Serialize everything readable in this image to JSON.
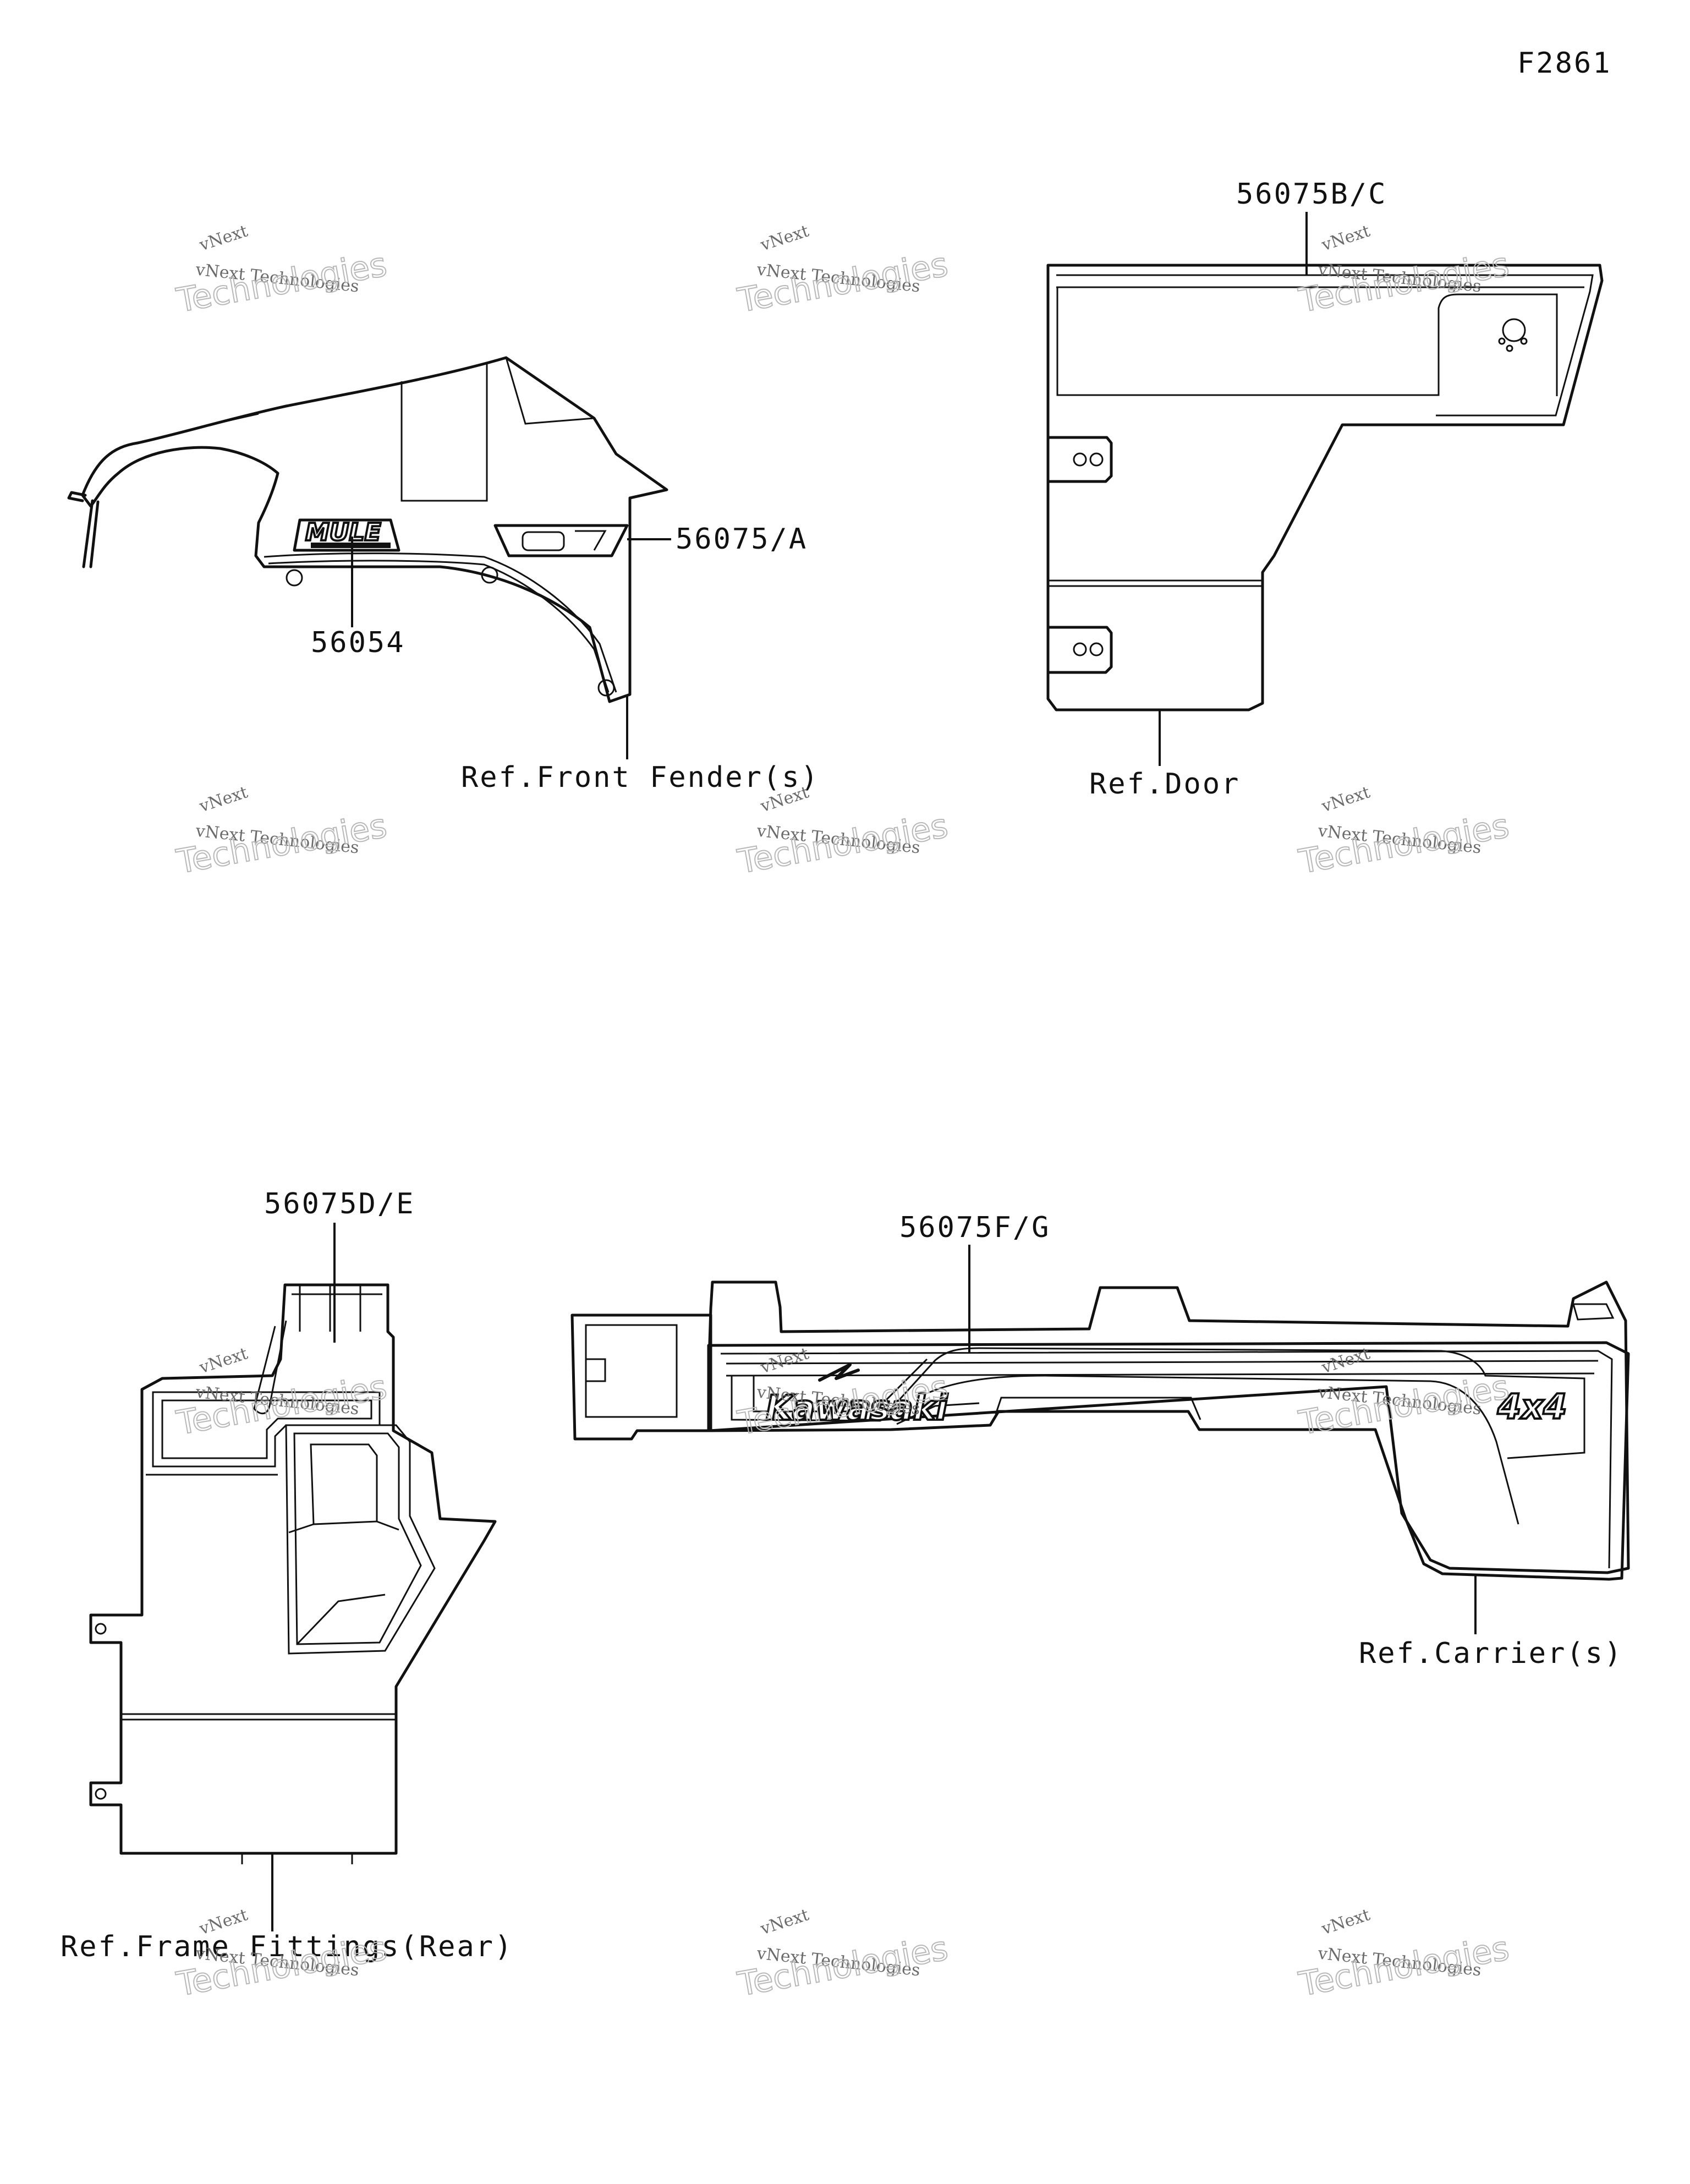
{
  "figure_id": "F2861",
  "callouts": {
    "p56054": "56054",
    "p56075_a": "56075/A",
    "p56075_bc": "56075B/C",
    "p56075_de": "56075D/E",
    "p56075_fg": "56075F/G"
  },
  "references": {
    "front_fender": "Ref.Front Fender(s)",
    "door": "Ref.Door",
    "frame_fittings_rear": "Ref.Frame Fittings(Rear)",
    "carrier": "Ref.Carrier(s)"
  },
  "decal_text": {
    "mule": "MULE",
    "kawasaki": "Kawasaki",
    "four_by_four": "4x4"
  },
  "watermark": {
    "line1": "vNext Technologies",
    "line2": "Technologies",
    "tilted": "vNext"
  }
}
